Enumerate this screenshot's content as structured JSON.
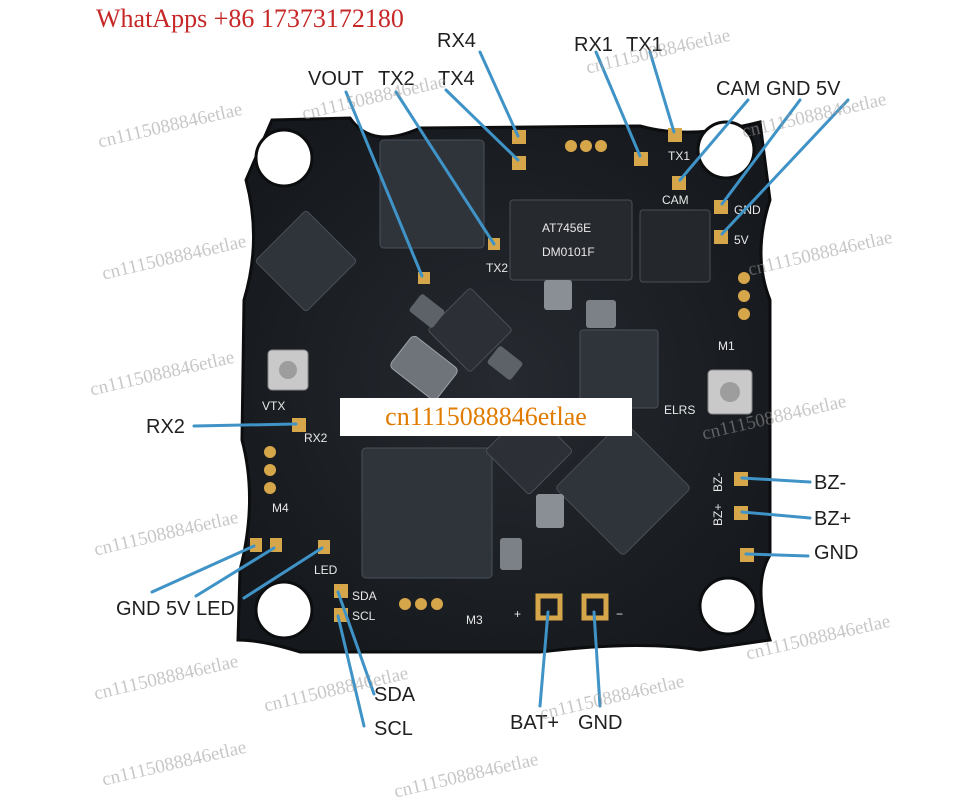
{
  "contact": "WhatApps +86 17373172180",
  "center_watermark": "cn1115088846etlae",
  "watermark_text": "cn1115088846etlae",
  "callouts": {
    "rx4": "RX4",
    "vout": "VOUT",
    "tx2": "TX2",
    "tx4": "TX4",
    "rx1": "RX1",
    "tx1": "TX1",
    "cam_gnd_5v": "CAM GND 5V",
    "rx2": "RX2",
    "bz_minus": "BZ-",
    "bz_plus": "BZ+",
    "gnd_right": "GND",
    "gnd_5v_led": "GND 5V LED",
    "sda": "SDA",
    "scl": "SCL",
    "bat_plus": "BAT+",
    "gnd_bottom": "GND"
  },
  "silkscreen": {
    "tx1": "TX1",
    "cam": "CAM",
    "gnd": "GND",
    "v5": "5V",
    "tx2": "TX2",
    "vtx": "VTX",
    "rx2": "RX2",
    "m4": "M4",
    "m1": "M1",
    "m3": "M3",
    "elrs": "ELRS",
    "bz_minus": "BZ-",
    "bz_plus": "BZ+",
    "led": "LED",
    "sda": "SDA",
    "scl": "SCL",
    "plus": "+",
    "minus": "−",
    "chip_a": "AT7456E",
    "chip_b": "DM0101F"
  },
  "colors": {
    "board": "#1b1e23",
    "pad": "#d6a64a",
    "leader": "#3f93c6",
    "contact": "#c62828"
  }
}
